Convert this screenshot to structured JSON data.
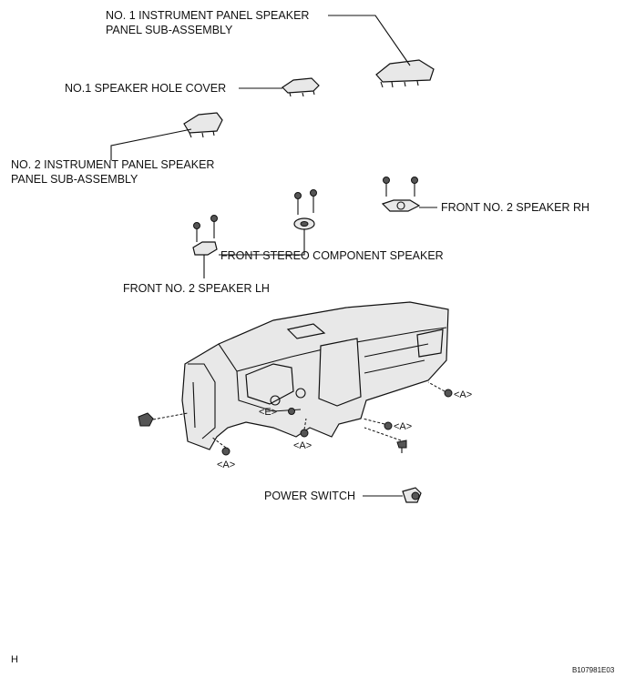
{
  "labels": {
    "no1_panel_line1": "NO. 1 INSTRUMENT PANEL SPEAKER",
    "no1_panel_line2": "PANEL SUB-ASSEMBLY",
    "no1_hole_cover": "NO.1 SPEAKER HOLE COVER",
    "no2_panel_line1": "NO. 2 INSTRUMENT PANEL SPEAKER",
    "no2_panel_line2": "PANEL SUB-ASSEMBLY",
    "front_no2_rh": "FRONT NO. 2 SPEAKER RH",
    "front_stereo": "FRONT STEREO COMPONENT SPEAKER",
    "front_no2_lh": "FRONT NO. 2 SPEAKER LH",
    "power_switch": "POWER SWITCH",
    "clip_a": "<A>",
    "clip_e": "<E>"
  },
  "footer": {
    "section": "H",
    "figure_code": "B107981E03"
  }
}
